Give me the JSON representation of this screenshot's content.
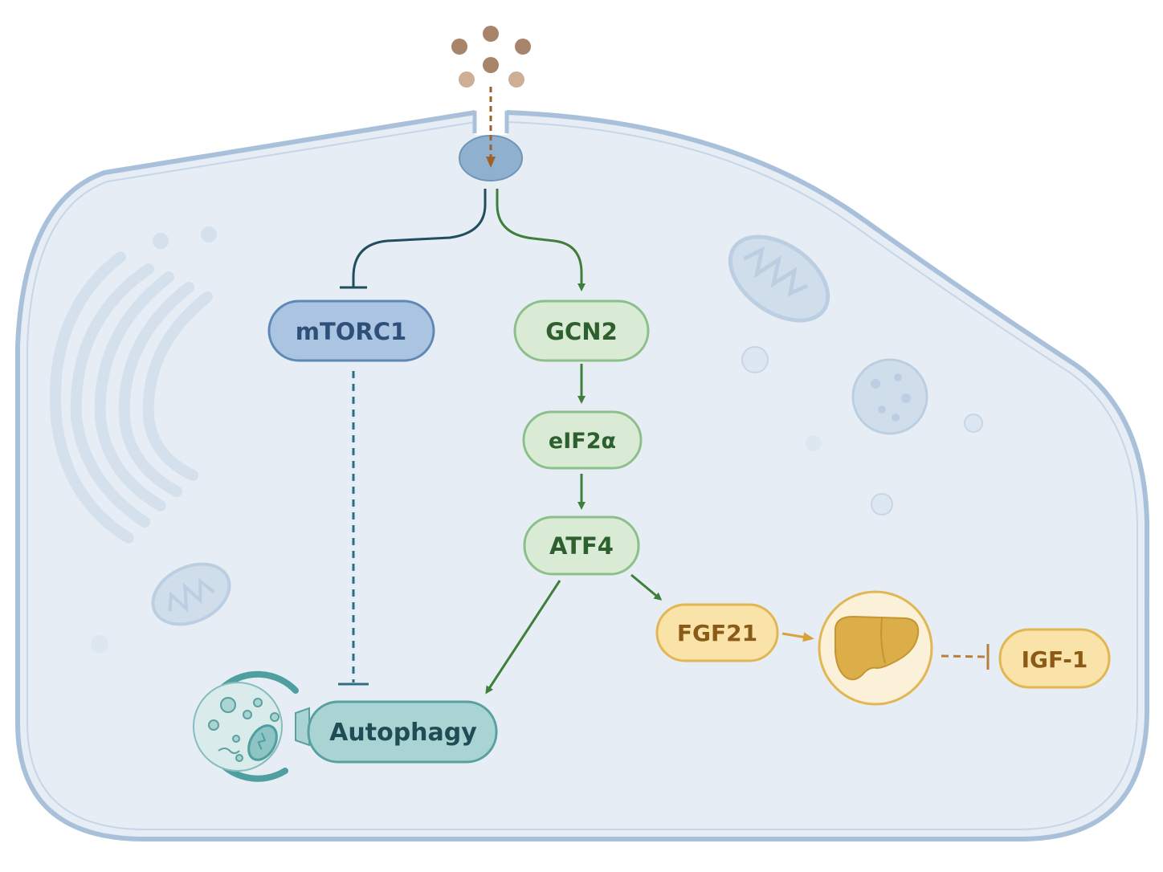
{
  "nodes": {
    "mtorc1": "mTORC1",
    "gcn2": "GCN2",
    "eif2a": "eIF2α",
    "atf4": "ATF4",
    "autophagy": "Autophagy",
    "fgf21": "FGF21",
    "igf1": "IGF-1"
  },
  "colors": {
    "cell_fill": "#e6edf5",
    "cell_stroke": "#a9c0db",
    "receptor": "#8fb1cf",
    "mtorc1_fill": "#aac4e2",
    "mtorc1_stroke": "#5f88b8",
    "mtorc1_text": "#2d4f78",
    "green_fill": "#d9ebd5",
    "green_stroke": "#8cc08a",
    "green_text": "#2e5f2e",
    "green_arrow": "#3f7f3a",
    "teal_fill": "#aad3d3",
    "teal_stroke": "#5aa0a0",
    "teal_text": "#1f4d55",
    "gold_fill": "#f9e3a8",
    "gold_stroke": "#e2b652",
    "gold_text": "#8a5a16",
    "gold_arrow": "#d9a23a",
    "liver": "#dcae4a",
    "amino_acid": "#a8846a",
    "inhibit_line": "#214d5c",
    "dashed_inhibit": "#2e6e85",
    "import_arrow": "#a0602a"
  },
  "icons": {
    "receptor": "transporter-icon",
    "liver": "liver-icon",
    "lysosome": "autophagosome-icon",
    "mitochondrion": "mitochondrion-icon",
    "golgi": "golgi-icon",
    "amino_acids": "amino-acid-icon"
  }
}
